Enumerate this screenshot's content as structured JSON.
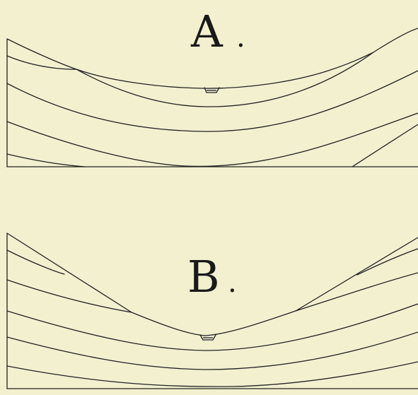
{
  "panels": [
    {
      "id": "A",
      "label": "A",
      "dot": "."
    },
    {
      "id": "B",
      "label": "B",
      "dot": "."
    }
  ],
  "colors": {
    "paper": "#f3f0cf",
    "ink": "#222222"
  }
}
